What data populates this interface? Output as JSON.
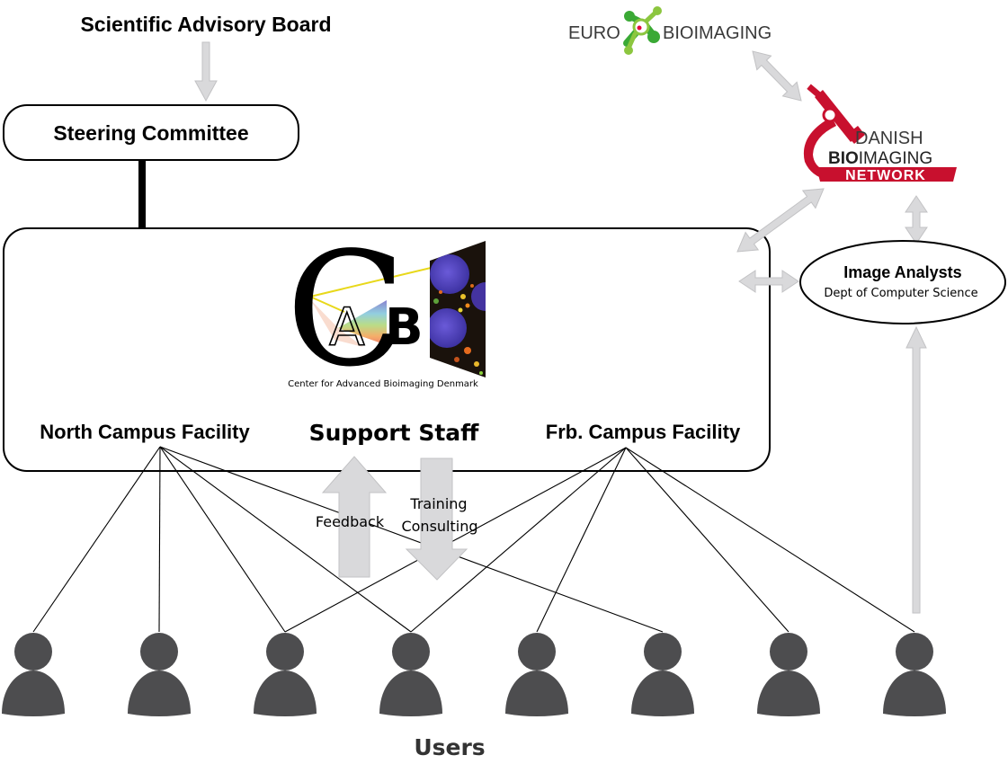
{
  "title_nodes": {
    "advisory_board": "Scientific Advisory Board",
    "steering_committee": "Steering Committee"
  },
  "center": {
    "logo_letters": [
      "C",
      "A",
      "B"
    ],
    "logo_caption": "Center for Advanced Bioimaging Denmark",
    "north_facility": "North Campus Facility",
    "support_staff": "Support Staff",
    "frb_facility": "Frb. Campus Facility"
  },
  "flows": {
    "feedback": "Feedback",
    "training": "Training",
    "consulting": "Consulting"
  },
  "partners": {
    "euro_bioimaging": {
      "left_text": "EURO",
      "right_text": "BIOIMAGING",
      "colors": {
        "green_dark": "#3aa935",
        "green_light": "#8cc63f",
        "dot": "#e4003a"
      }
    },
    "danish_network": {
      "line1": "DANISH",
      "line2_bold": "BIO",
      "line2_rest": "IMAGING",
      "line3": "NETWORK",
      "color": "#c8102e"
    },
    "image_analysts": {
      "title": "Image Analysts",
      "subtitle": "Dept of Computer Science"
    }
  },
  "users": {
    "label": "Users",
    "count": 8,
    "icon": "person-icon",
    "icon_color": "#4d4d4f"
  },
  "connections": {
    "north_campus_to_users": [
      1,
      2,
      3,
      4,
      6
    ],
    "frb_campus_to_users": [
      3,
      4,
      5,
      7,
      8
    ],
    "user_to_image_analysts": [
      8
    ]
  },
  "colors": {
    "arrow_fill": "#d9d9db",
    "arrow_stroke": "#c2c2c4",
    "line": "#000000"
  }
}
